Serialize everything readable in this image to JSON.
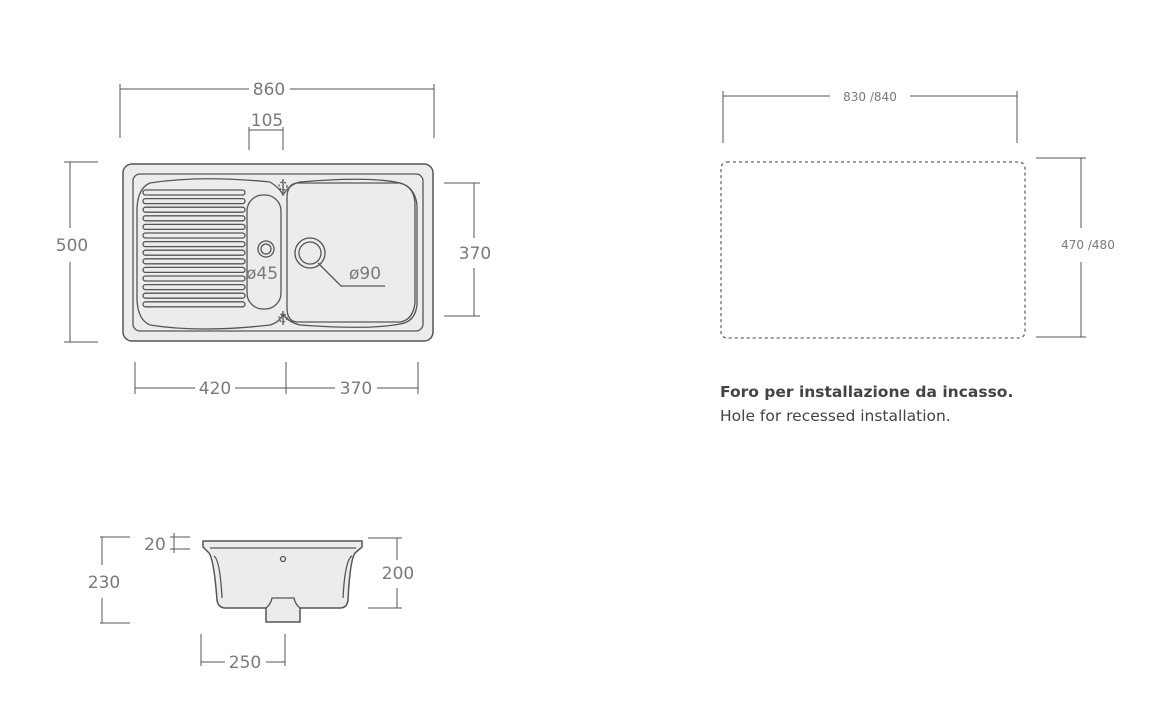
{
  "top_view": {
    "overall_width": "860",
    "tap_hole_offset": "105",
    "overall_depth": "500",
    "bowl_depth": "370",
    "drainer_width": "420",
    "bowl_width": "370",
    "small_drain_diameter": "ø45",
    "large_drain_diameter": "ø90"
  },
  "cutout": {
    "width": "830 /840",
    "depth": "470 /480",
    "caption_it": "Foro per installazione da incasso.",
    "caption_en": "Hole for recessed installation."
  },
  "section_view": {
    "rim_thickness": "20",
    "total_height": "230",
    "bowl_height": "200",
    "outlet_width": "250"
  },
  "colors": {
    "fill": "#ececec",
    "stroke": "#555555",
    "text": "#7a7a7a"
  }
}
